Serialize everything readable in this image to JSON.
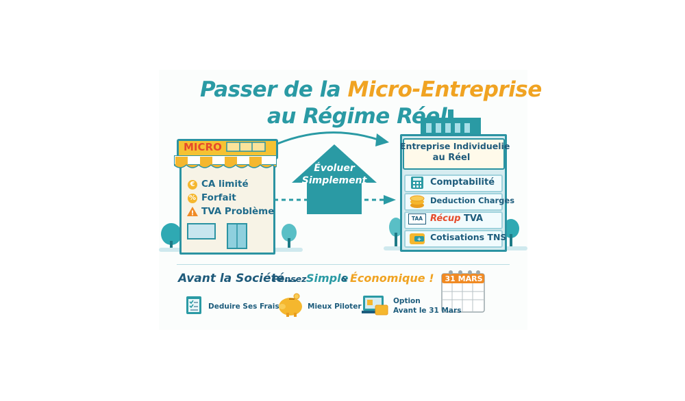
{
  "title": {
    "line1_a": "Passer de la ",
    "line1_b": "Micro-Entreprise",
    "line2_a": "au ",
    "line2_b": "Régime Réel"
  },
  "shop": {
    "sign": "MICRO",
    "features": [
      {
        "icon": "euro-icon",
        "symbol": "€",
        "label": "CA limité"
      },
      {
        "icon": "percent-icon",
        "symbol": "%",
        "label": "Forfait"
      },
      {
        "icon": "warning-icon",
        "symbol": "!",
        "label": "TVA Problème"
      }
    ]
  },
  "arrow": {
    "line1": "Évoluer",
    "line2": "Simplement"
  },
  "building": {
    "title_line1": "Entreprise Individuelie",
    "title_line2": "au Réel",
    "items": [
      {
        "icon": "calculator-icon",
        "label": "Comptabilité"
      },
      {
        "icon": "coins-icon",
        "label": "Deduction Charges"
      },
      {
        "icon": "tva-tag-icon",
        "tag": "TAA",
        "label_a": "Récup",
        "label_b": " TVA"
      },
      {
        "icon": "wallet-icon",
        "label": "Cotisations TNS"
      }
    ]
  },
  "bottom": {
    "left": "Avant la Société...",
    "middle": "Pensez",
    "simple": "Simple",
    "amp": "&",
    "eco": "Économique !",
    "calendar": "31 MARS",
    "items": [
      {
        "icon": "checklist-icon",
        "label": "Deduire Ses Frais"
      },
      {
        "icon": "piggy-bank-icon",
        "label": "Mieux Piloter"
      },
      {
        "icon": "laptop-icon",
        "label_line1": "Option",
        "label_line2": "Avant le 31 Mars"
      }
    ]
  },
  "colors": {
    "teal": "#2a9aa4",
    "orange": "#f0a322",
    "navy": "#1e5a7a"
  }
}
